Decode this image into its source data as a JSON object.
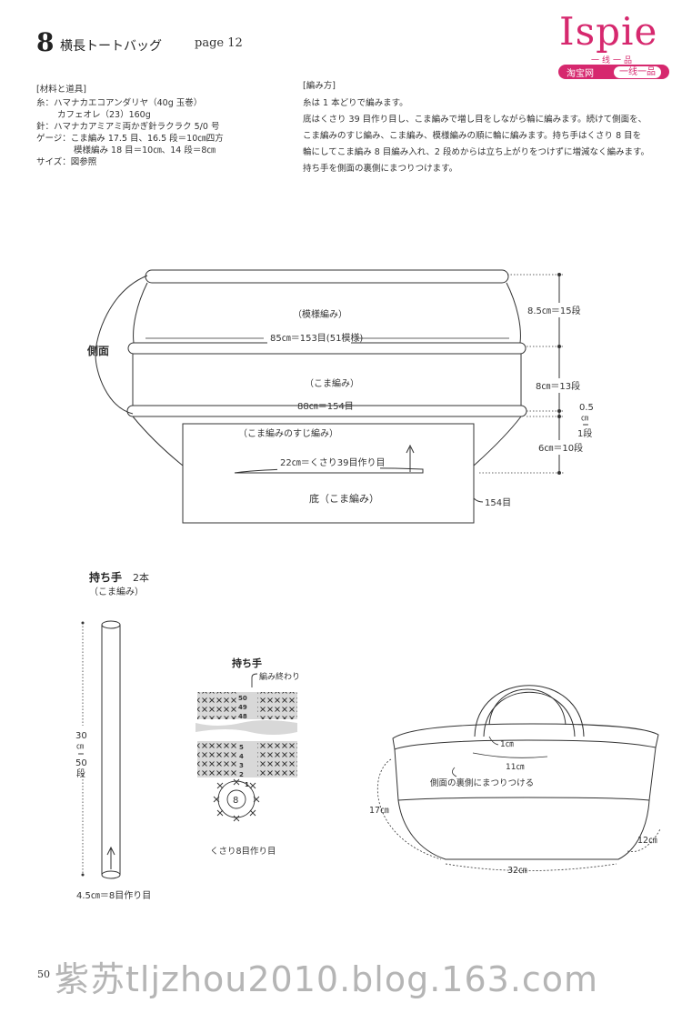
{
  "header": {
    "number": "8",
    "title": "横長トートバッグ",
    "page_ref": "page 12"
  },
  "brand": {
    "logo": "Ispie",
    "logo_sub": "一线一品",
    "shop": "淘宝网",
    "badge": "一线一品",
    "accent_color": "#d6286e"
  },
  "materials": {
    "heading": "[材料と道具]",
    "lines": [
      "糸：ハマナカエコアンダリヤ（40g 玉巻）",
      "カフェオレ（23）160g",
      "針：ハマナカアミアミ両かぎ針ラクラク 5/0 号",
      "ゲージ：こま編み 17.5 目、16.5 段＝10㎝四方",
      "模様編み 18 目＝10㎝、14 段＝8㎝",
      "サイズ：図参照"
    ]
  },
  "method": {
    "heading": "[編み方]",
    "lines": [
      "糸は 1 本どりで編みます。",
      "底はくさり 39 目作り目し、こま編みで増し目をしながら輪に編みます。続けて側面を、",
      "こま編みのすじ編み、こま編み、模様編みの順に輪に編みます。持ち手はくさり 8 目を",
      "輪にしてこま編み 8 目編み入れ、2 段めからは立ち上がりをつけずに増減なく編みます。",
      "持ち手を側面の裏側にまつりつけます。"
    ]
  },
  "body_diagram": {
    "side_label": "側面",
    "pattern_label": "（模様編み）",
    "pattern_width": "85㎝＝153目(51模様)",
    "sc_label": "（こま編み）",
    "sc_width": "88㎝＝154目",
    "suji_label": "（こま編みのすじ編み）",
    "chain_start": "22㎝＝くさり39目作り目",
    "bottom_label": "底（こま編み）",
    "bottom_stitches": "154目",
    "dim_pattern": "8.5㎝＝15段",
    "dim_sc": "8㎝＝13段",
    "dim_suji_top": "0.5",
    "dim_suji_cm": "㎝",
    "dim_suji_eq": "＝",
    "dim_suji_row": "1段",
    "dim_bottom": "6㎝＝10段"
  },
  "handle": {
    "title": "持ち手",
    "count": "2本",
    "stitch": "（こま編み）",
    "len_num": "30",
    "len_cm": "㎝",
    "len_eq": "＝",
    "len_rows": "50",
    "len_unit": "段",
    "start": "4.5㎝＝8目作り目"
  },
  "chart": {
    "title": "持ち手",
    "end_label": "編み終わり",
    "rows_top": [
      "50",
      "49",
      "48"
    ],
    "rows_bottom": [
      "5",
      "4",
      "3",
      "2"
    ],
    "row_one": "1",
    "center": "8",
    "start_label": "くさり8目作り目"
  },
  "bag": {
    "d1": "1㎝",
    "d11": "11㎝",
    "attach": "側面の裏側にまつりつける",
    "height": "17㎝",
    "width": "32㎝",
    "depth": "12㎝"
  },
  "footer": {
    "page_number": "50",
    "watermark": "紫苏tljzhou2010.blog.163.com"
  }
}
